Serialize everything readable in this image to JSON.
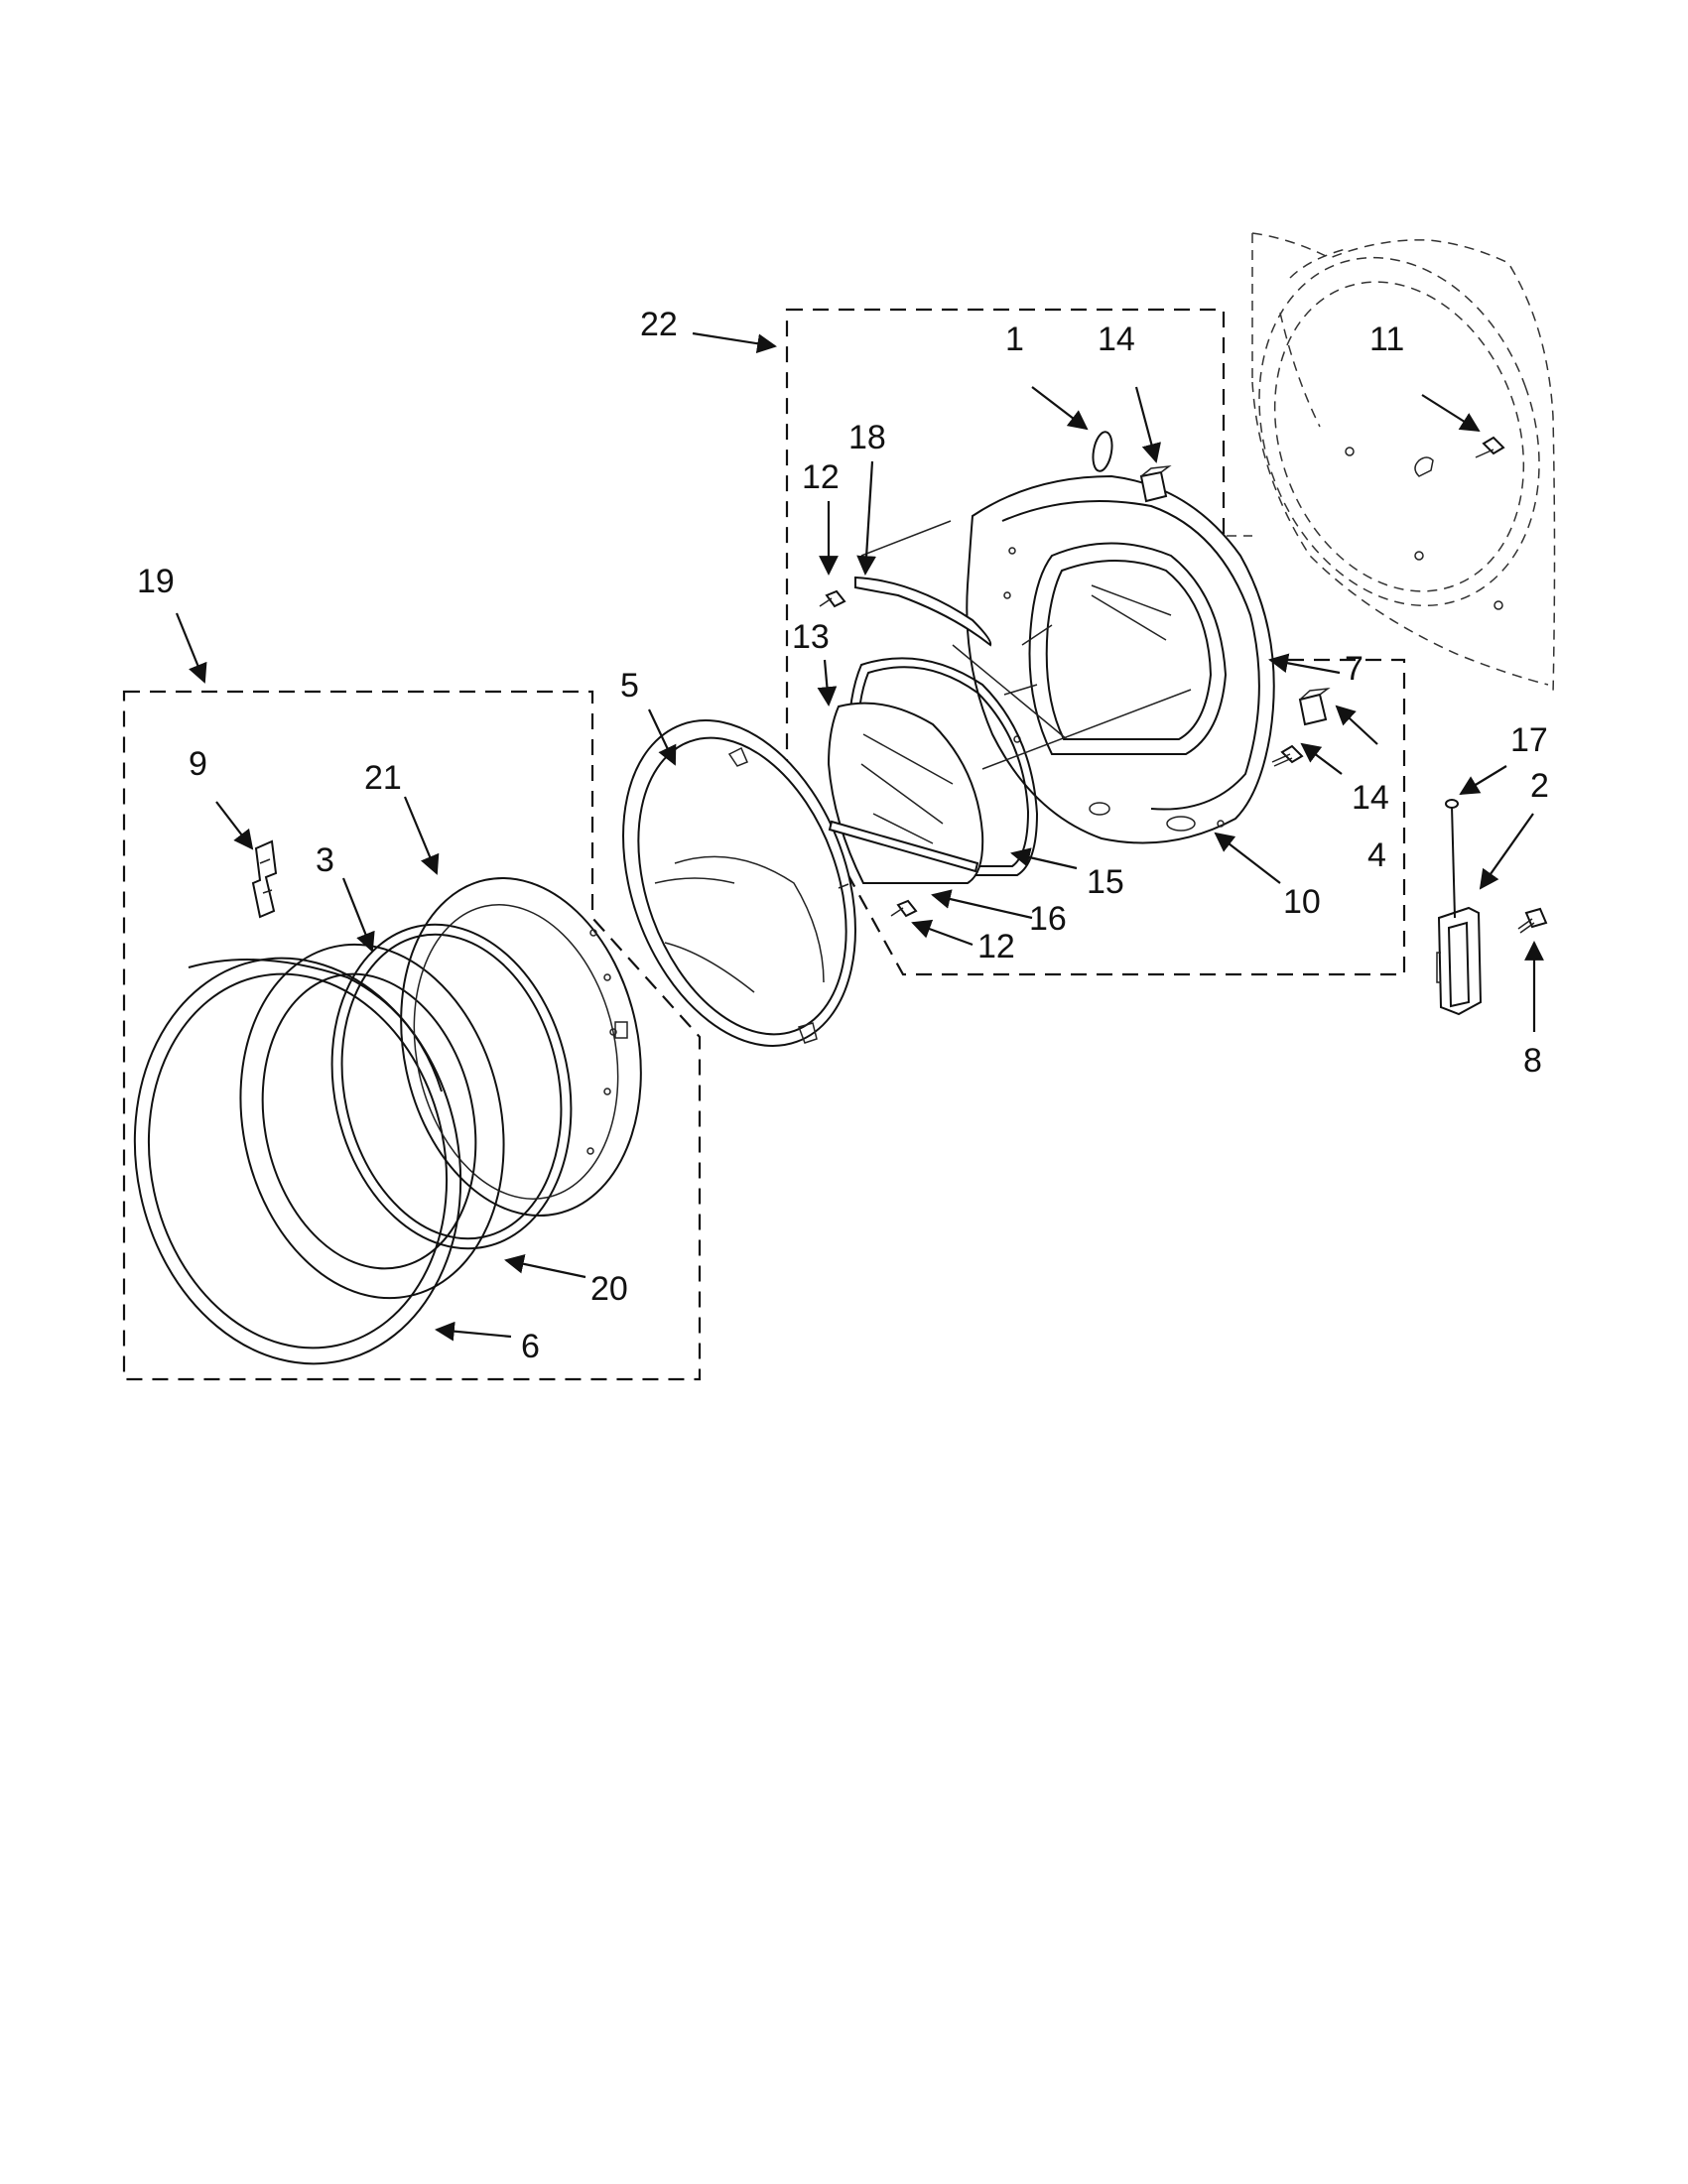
{
  "callouts": {
    "c1": "1",
    "c2": "2",
    "c3": "3",
    "c4": "4",
    "c5": "5",
    "c6": "6",
    "c7": "7",
    "c8": "8",
    "c9": "9",
    "c10": "10",
    "c11": "11",
    "c12a": "12",
    "c12b": "12",
    "c13": "13",
    "c14a": "14",
    "c14b": "14",
    "c15": "15",
    "c16": "16",
    "c17": "17",
    "c18": "18",
    "c19": "19",
    "c20": "20",
    "c21": "21",
    "c22": "22"
  },
  "colors": {
    "line": "#111111",
    "background": "#ffffff"
  }
}
